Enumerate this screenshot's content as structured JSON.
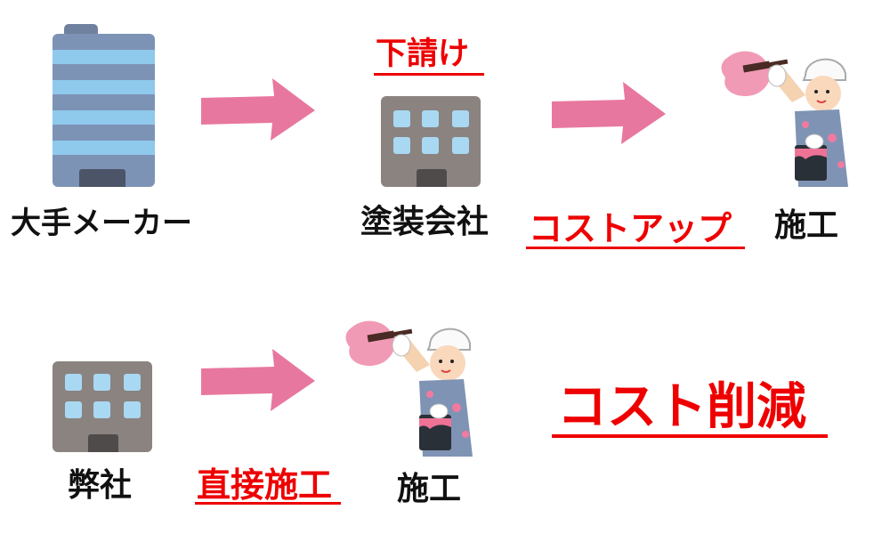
{
  "colors": {
    "accent_red": "#ee0000",
    "arrow_pink": "#e8779f",
    "text": "#111111",
    "tower_body": "#7d93b6",
    "tower_stripe": "#8fc9ec",
    "building_body": "#8a8380",
    "building_window": "#a9d8f2"
  },
  "top_flow": {
    "manufacturer": {
      "label": "大手メーカー",
      "icon": "office-tower-icon"
    },
    "arrow1": {
      "icon": "arrow-right-icon"
    },
    "subcontract_tag": "下請け",
    "painting_company": {
      "label": "塗装会社",
      "icon": "building-icon"
    },
    "arrow2": {
      "icon": "arrow-right-icon"
    },
    "cost_tag": "コストアップ",
    "construction": {
      "label": "施工",
      "icon": "painter-worker-icon"
    }
  },
  "bottom_flow": {
    "our_company": {
      "label": "弊社",
      "icon": "building-icon"
    },
    "arrow": {
      "icon": "arrow-right-icon"
    },
    "direct_tag": "直接施工",
    "construction": {
      "label": "施工",
      "icon": "painter-worker-icon"
    },
    "result": "コスト削減"
  }
}
